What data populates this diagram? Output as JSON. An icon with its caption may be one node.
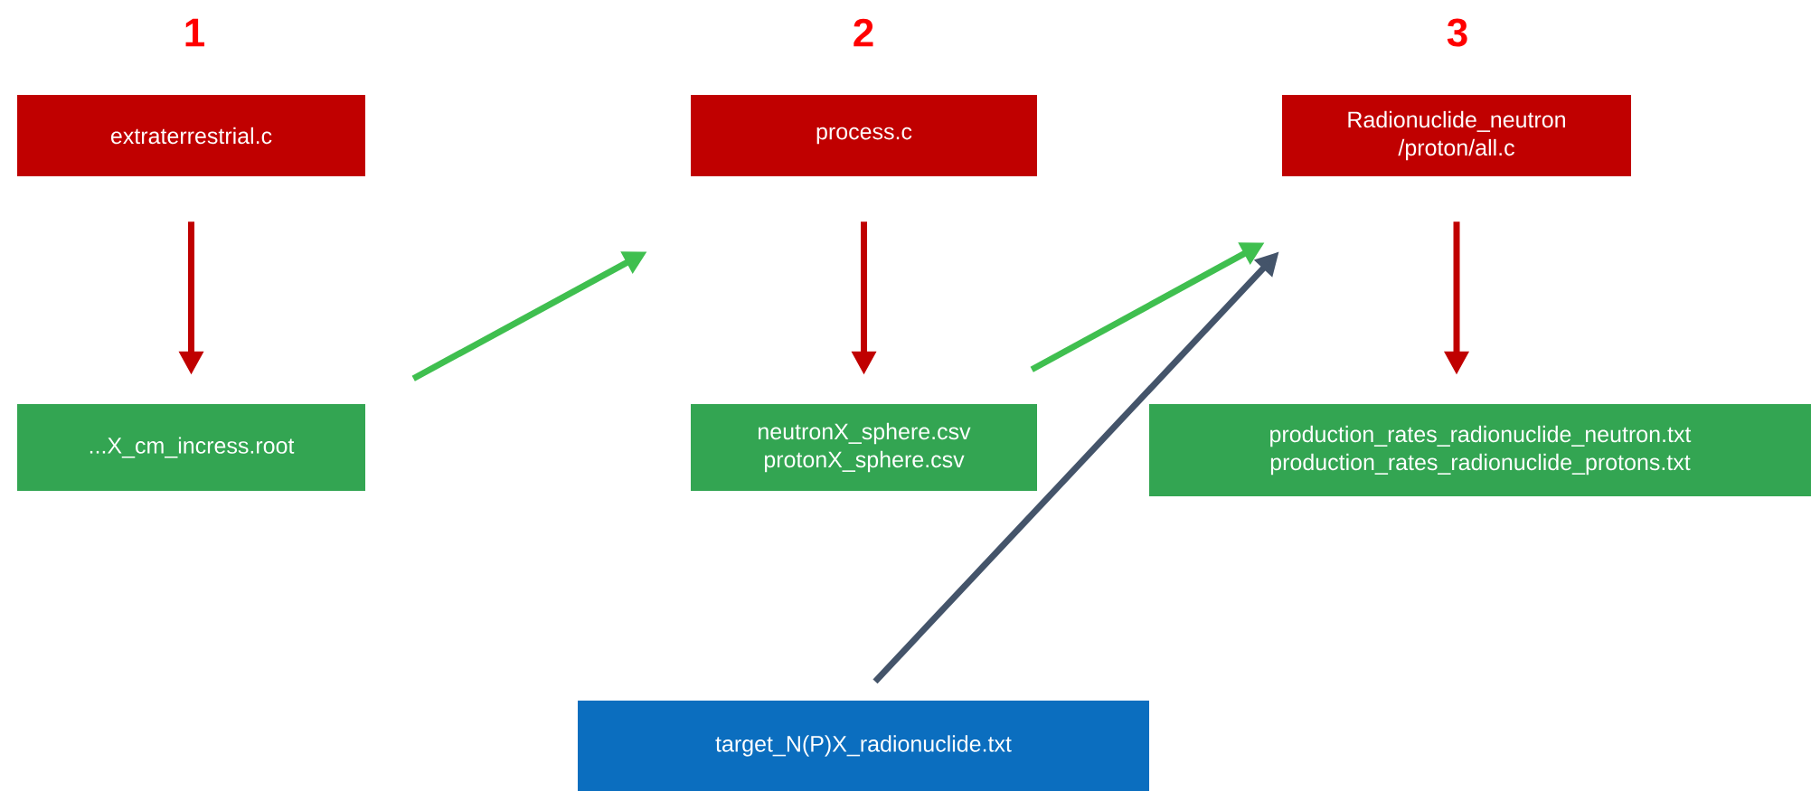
{
  "diagram": {
    "nodes": [
      {
        "text": [
          "extraterrestrial.c"
        ]
      },
      {
        "text": [
          "...X_cm_incress.root"
        ]
      },
      {
        "text": [
          "process.c"
        ]
      },
      {
        "text": [
          "neutronX_sphere.csv protonX_sphere.csv"
        ]
      },
      {
        "text": [
          "Radionuclide_neutron /proton/all.c"
        ]
      },
      {
        "text": [
          "production_rates_radionuclide_neutron.txt production_rates_radionuclide_protons.txt"
        ]
      },
      {
        "text": [
          "target_N(P)X_radionuclide.txt"
        ]
      }
    ],
    "edges": [
      {
        "from": 0,
        "to": 1,
        "arrow": "to"
      },
      {
        "from": 1,
        "to": 2,
        "arrow": "to",
        "color": "#3fbf4f"
      },
      {
        "from": 2,
        "to": 3,
        "arrow": "to"
      },
      {
        "from": 3,
        "to": 4,
        "arrow": "to",
        "color": "#3fbf4f"
      },
      {
        "from": 6,
        "to": 4,
        "arrow": "to",
        "color": "#44546a"
      },
      {
        "from": 4,
        "to": 5,
        "arrow": "to"
      }
    ],
    "labels": [
      "1",
      "2",
      "3"
    ]
  }
}
